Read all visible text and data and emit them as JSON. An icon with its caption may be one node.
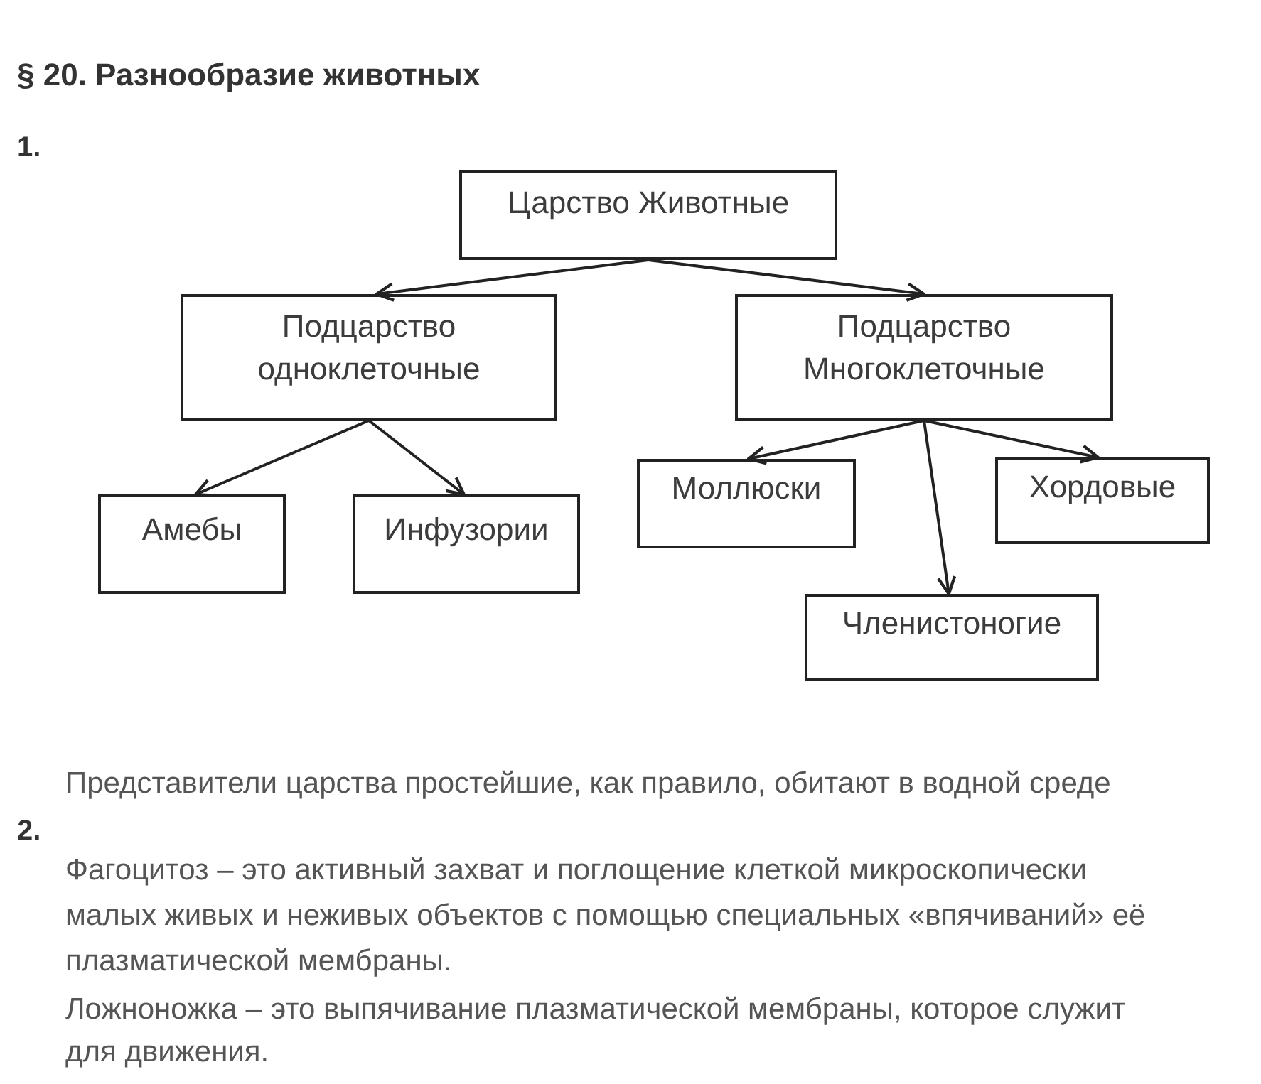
{
  "diagram": {
    "title": "§ 20. Разнообразие животных",
    "nodes": [
      {
        "text": [
          "Царство Животные"
        ]
      },
      {
        "text": [
          "Подцарство одноклеточные"
        ]
      },
      {
        "text": [
          "Подцарство Многоклеточные"
        ]
      },
      {
        "text": [
          "Амебы"
        ]
      },
      {
        "text": [
          "Инфузории"
        ]
      },
      {
        "text": [
          "Моллюски"
        ]
      },
      {
        "text": [
          "Хордовые"
        ]
      },
      {
        "text": [
          "Членистоногие"
        ]
      }
    ],
    "edges": [
      {
        "from": 0,
        "to": 1,
        "arrow": "to"
      },
      {
        "from": 0,
        "to": 2,
        "arrow": "to"
      },
      {
        "from": 1,
        "to": 3,
        "arrow": "to"
      },
      {
        "from": 1,
        "to": 4,
        "arrow": "to"
      },
      {
        "from": 2,
        "to": 5,
        "arrow": "to"
      },
      {
        "from": 2,
        "to": 6,
        "arrow": "to"
      },
      {
        "from": 2,
        "to": 7,
        "arrow": "to"
      }
    ],
    "labels": [
      "1.",
      "Представители царства простейшие, как правило, обитают в водной среде",
      "2.",
      "Фагоцитоз – это активный захват и поглощение клеткой микроскопически малых живых и неживых объектов с помощью специальных «впячиваний» её плазматической мембраны.",
      "Ложноножка – это выпячивание плазматической мембраны, которое служит для движения."
    ]
  }
}
